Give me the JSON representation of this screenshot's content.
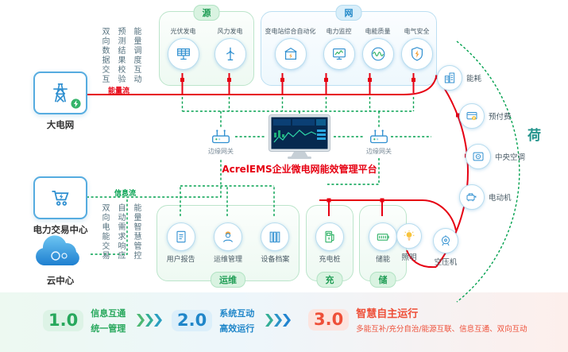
{
  "left": {
    "grid": {
      "label": "大电网",
      "icon": "transmission-tower-icon"
    },
    "trading": {
      "label": "电力交易中心",
      "icon": "cart-icon"
    },
    "cloud": {
      "label": "云中心",
      "icon": "cloud-icon"
    },
    "vtexts_top": [
      "双向数据交互",
      "预测结果校验",
      "能量调度互动"
    ],
    "vtexts_bottom": [
      "双向电能交易",
      "自动需求响应",
      "能量智慧管控"
    ]
  },
  "flows": {
    "energy": "能量流",
    "info": "信息流"
  },
  "groups": {
    "source": {
      "tab": "源",
      "items": [
        {
          "label": "光伏发电",
          "icon": "solar-panel-icon"
        },
        {
          "label": "风力发电",
          "icon": "wind-turbine-icon"
        }
      ]
    },
    "net": {
      "tab": "网",
      "items": [
        {
          "label": "变电站综合自动化",
          "icon": "substation-icon"
        },
        {
          "label": "电力监控",
          "icon": "power-monitor-icon"
        },
        {
          "label": "电能质量",
          "icon": "power-quality-icon"
        },
        {
          "label": "电气安全",
          "icon": "electrical-safety-icon"
        }
      ]
    },
    "ops": {
      "tab": "运维",
      "items": [
        {
          "label": "用户报告",
          "icon": "report-icon"
        },
        {
          "label": "运维管理",
          "icon": "maintenance-icon"
        },
        {
          "label": "设备档案",
          "icon": "archive-icon"
        }
      ]
    },
    "charge": {
      "tab": "充",
      "items": [
        {
          "label": "充电桩",
          "icon": "ev-charger-icon"
        }
      ]
    },
    "storage": {
      "tab": "储",
      "items": [
        {
          "label": "储能",
          "icon": "battery-icon"
        }
      ]
    }
  },
  "center": {
    "platform": "AcrelEMS企业微电网能效管理平台",
    "gateway_left": "边缘网关",
    "gateway_right": "边缘网关",
    "monitor_icon": "dashboard-monitor-icon"
  },
  "loads": {
    "side_label": "荷",
    "items": [
      {
        "label": "能耗",
        "icon": "building-energy-icon"
      },
      {
        "label": "预付费",
        "icon": "prepaid-meter-icon"
      },
      {
        "label": "中央空调",
        "icon": "hvac-icon"
      },
      {
        "label": "电动机",
        "icon": "motor-icon"
      },
      {
        "label": "空压机",
        "icon": "air-compressor-icon"
      },
      {
        "label": "照明",
        "icon": "lighting-icon"
      }
    ]
  },
  "stages": [
    {
      "num": "1.0",
      "line1": "信息互通",
      "line2": "统一管理"
    },
    {
      "num": "2.0",
      "line1": "系统互动",
      "line2": "高效运行"
    },
    {
      "num": "3.0",
      "title": "智慧自主运行",
      "desc": "多能互补/充分自治/能源互联、信息互通、双向互动"
    }
  ],
  "colors": {
    "energy_line": "#e60012",
    "info_line": "#00a04e",
    "source_green": "#1f9d55",
    "net_blue": "#1f87c8",
    "load_teal": "#21938b",
    "stage1_green": "#27a85c",
    "stage2_blue": "#1f86c9",
    "stage3_red": "#ee4f38"
  }
}
